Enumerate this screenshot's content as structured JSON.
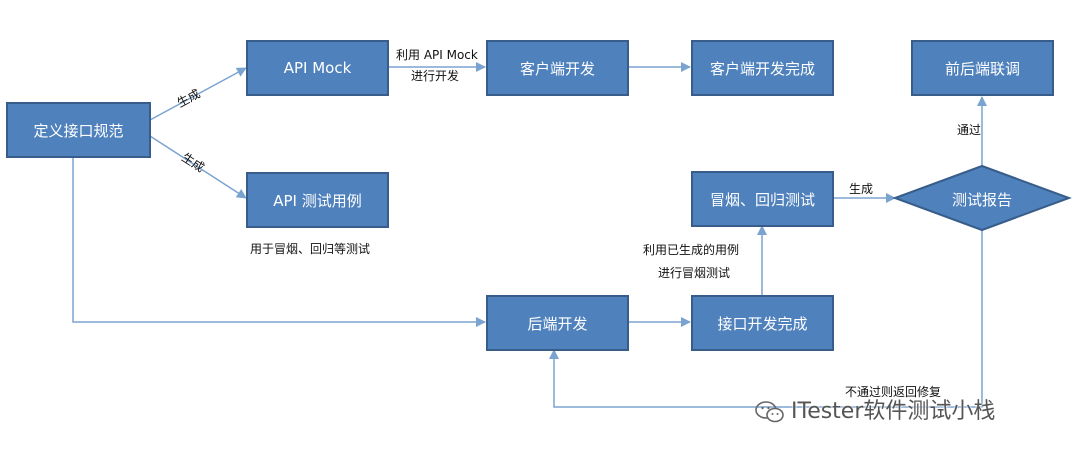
{
  "nodes": {
    "define_spec": "定义接口规范",
    "api_mock": "API Mock",
    "api_test_cases": "API 测试用例",
    "client_dev": "客户端开发",
    "client_done": "客户端开发完成",
    "integration": "前后端联调",
    "smoke_regression": "冒烟、回归测试",
    "test_report": "测试报告",
    "backend_dev": "后端开发",
    "api_done": "接口开发完成"
  },
  "edge_labels": {
    "gen_mock": "生成",
    "gen_cases": "生成",
    "use_mock_line1": "利用 API Mock",
    "use_mock_line2": "进行开发",
    "cases_usage": "用于冒烟、回归等测试",
    "use_cases_line1": "利用已生成的用例",
    "use_cases_line2": "进行冒烟测试",
    "gen_report": "生成",
    "pass": "通过",
    "fail_back": "不通过则返回修复"
  },
  "watermark": "ITester软件测试小栈",
  "colors": {
    "node_fill": "#4f81bd",
    "node_border": "#385d8a",
    "arrow": "#7ba3d0"
  }
}
